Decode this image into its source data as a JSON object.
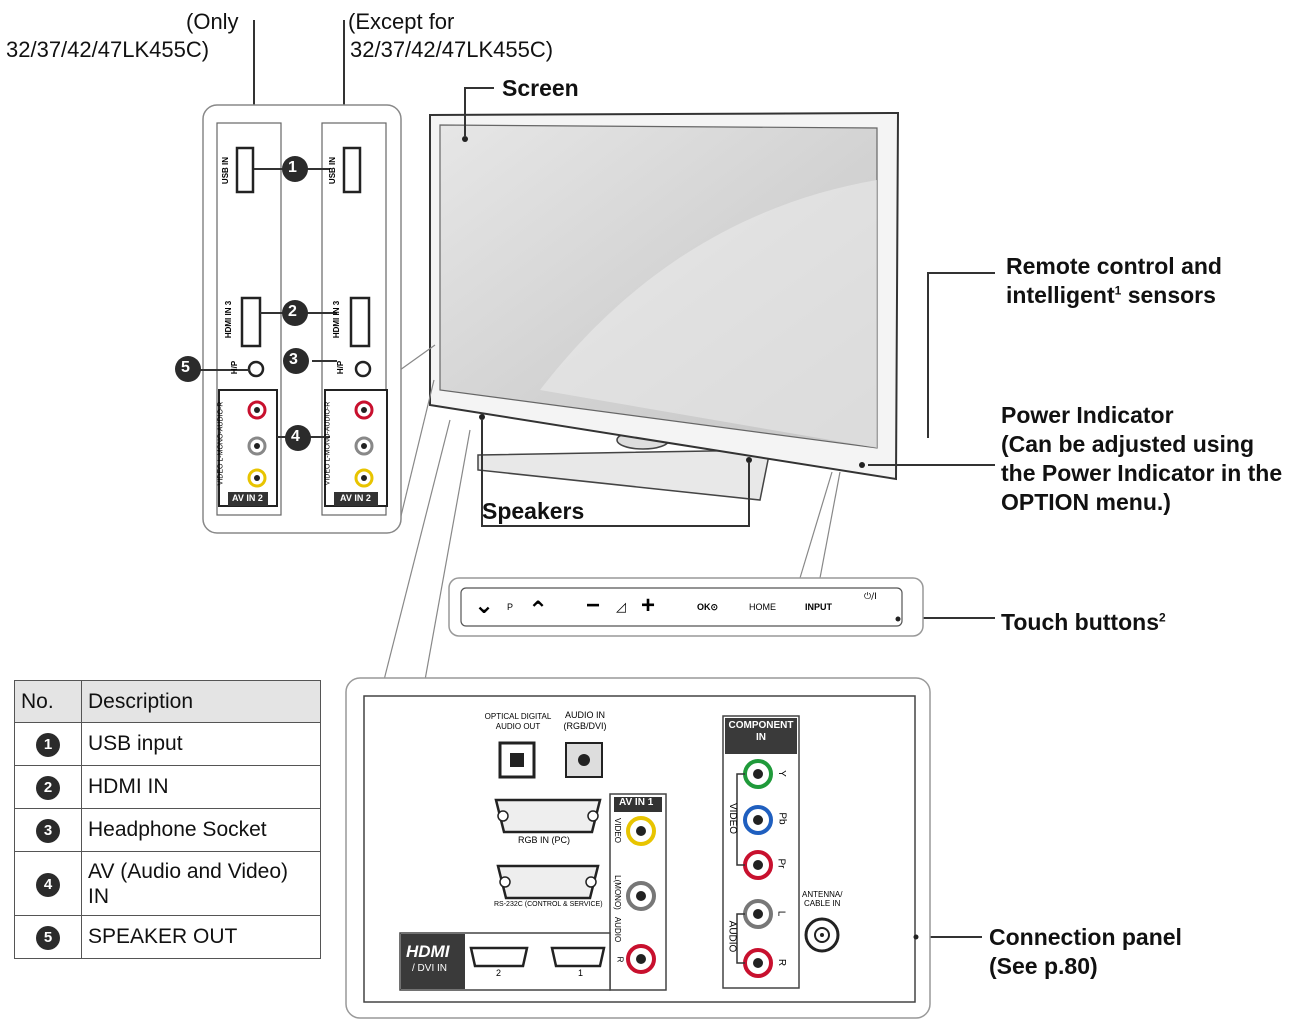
{
  "top_notes": {
    "only_left": "(Only",
    "only_right": "32/37/42/47LK455C)",
    "except_left": "(Except for",
    "except_right": "32/37/42/47LK455C)"
  },
  "callouts": {
    "screen": "Screen",
    "remote_line1": "Remote control and",
    "remote_line2_pre": "intelligent",
    "remote_sup": "1",
    "remote_line2_post": " sensors",
    "power_line1": "Power Indicator",
    "power_line2": "(Can be adjusted using",
    "power_line3": "the Power Indicator in the",
    "power_line4": "OPTION menu.)",
    "speakers": "Speakers",
    "touch": "Touch buttons",
    "touch_sup": "2",
    "connection_line1": "Connection panel",
    "connection_line2": "(See p.80)"
  },
  "side_panel": {
    "usb_label": "USB IN",
    "hdmi_label": "HDMI IN 3",
    "hp_label": "H/P",
    "av2_label": "AV IN 2",
    "av_side_text": "VIDEO L-MONO-AUDIO-R",
    "markers": [
      "1",
      "2",
      "3",
      "4",
      "5"
    ]
  },
  "touch_buttons": {
    "down": "⌄",
    "p": "P",
    "up": "⌃",
    "minus": "−",
    "vol": "◿",
    "plus": "+",
    "ok": "OK⊙",
    "home": "HOME",
    "input": "INPUT",
    "power": "⏻/I"
  },
  "connection_panel": {
    "optical_line1": "OPTICAL DIGITAL",
    "optical_line2": "AUDIO OUT",
    "audio_in_line1": "AUDIO IN",
    "audio_in_line2": "(RGB/DVI)",
    "rgb_in": "RGB IN (PC)",
    "rs232c": "RS-232C (CONTROL & SERVICE)",
    "av_in1": "AV IN 1",
    "video_vert": "VIDEO",
    "mono_vert": "L(MONO)",
    "audio_vert": "AUDIO",
    "r_vert": "R",
    "component_line1": "COMPONENT",
    "component_line2": "IN",
    "comp_video": "VIDEO",
    "comp_audio": "AUDIO",
    "y": "Y",
    "pb": "Pb",
    "pr": "Pr",
    "l": "L",
    "r": "R",
    "antenna_line1": "ANTENNA/",
    "antenna_line2": "CABLE IN",
    "hdmi_logo": "HDMI",
    "dvi_in": "/ DVI IN",
    "port2": "2",
    "port1": "1"
  },
  "table": {
    "header_no": "No.",
    "header_desc": "Description",
    "rows": [
      {
        "no": "1",
        "desc": "USB input"
      },
      {
        "no": "2",
        "desc": "HDMI IN"
      },
      {
        "no": "3",
        "desc": "Headphone Socket"
      },
      {
        "no": "4",
        "desc": "AV (Audio and Video) IN"
      },
      {
        "no": "5",
        "desc": "SPEAKER OUT"
      }
    ]
  },
  "colors": {
    "av_red": "#c8102e",
    "av_yellow": "#e8c400",
    "comp_green": "#1f9a3a",
    "comp_blue": "#1f5fbf",
    "dark": "#2b2b2b",
    "line": "#555555"
  }
}
